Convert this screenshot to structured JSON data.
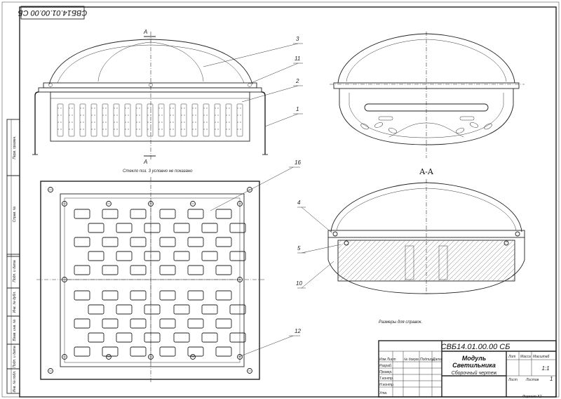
{
  "drawing": {
    "code": "СВБ14.01.00.00 СБ",
    "code_rotated": "СВБ14.01.00.00 СБ",
    "note_glass": "Стекло поз. 3 условно не показано",
    "note_dims": "Размеры для справок.",
    "section_label": "A-A",
    "cut_letter": "A",
    "positions": [
      "3",
      "11",
      "2",
      "1",
      "16",
      "4",
      "5",
      "10",
      "12"
    ]
  },
  "title_block": {
    "code": "СВБ14.01.00.00 СБ",
    "name_line1": "Модуль",
    "name_line2": "Светильника",
    "doc_type": "Сборочный чертеж",
    "col_lit": "Лит",
    "col_mass": "Масса",
    "col_scale": "Масштаб",
    "scale": "1:1",
    "sheet": "Лист",
    "sheets": "Листов",
    "sheets_count": "1",
    "rows": [
      "Изм Лист",
      "Разраб.",
      "Провер.",
      "Т.контр.",
      "Н.контр.",
      "Утв."
    ],
    "cols": [
      "№ докум.",
      "Подпись",
      "Дата"
    ],
    "format": "Формат  А2"
  },
  "margin_stamps": [
    "Перв. примен.",
    "Справ. №",
    "Подп. и дата",
    "Инв. № дубл.",
    "Взам. инв. №",
    "Подп. и дата",
    "Инв. № подл."
  ]
}
